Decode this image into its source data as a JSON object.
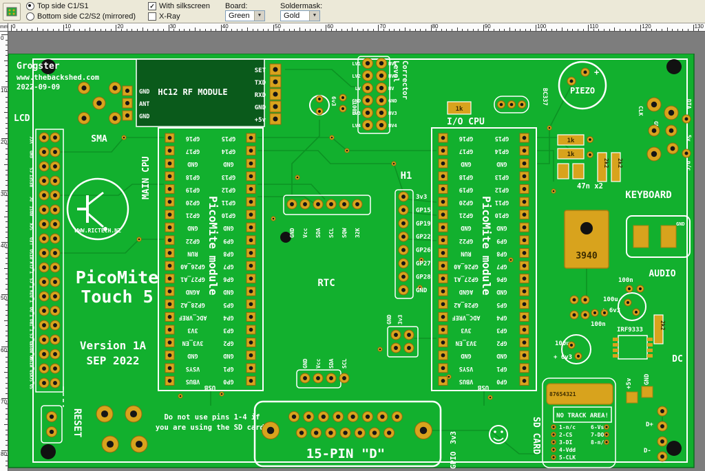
{
  "toolbar": {
    "radio_top": "Top side C1/S1",
    "radio_bottom": "Bottom side C2/S2 (mirrored)",
    "chk_silkscreen": "With silkscreen",
    "chk_xray": "X-Ray",
    "board_label": "Board:",
    "board_value": "Green",
    "soldermask_label": "Soldermask:",
    "soldermask_value": "Gold",
    "check_glyph": "✓",
    "arrow_glyph": "▼"
  },
  "rulers": {
    "unit": "mm",
    "h_numbers": [
      "0",
      "10",
      "20",
      "30",
      "40",
      "50",
      "60",
      "70",
      "80",
      "90",
      "100",
      "110",
      "120",
      "130"
    ],
    "v_numbers": [
      "0",
      "10",
      "20",
      "30",
      "40",
      "50",
      "60",
      "70",
      "80"
    ]
  },
  "board": {
    "credit_name": "Grogster",
    "credit_site": "www.thebackshed.com",
    "credit_date": "2022-09-09",
    "lcd_label": "LCD",
    "lcd_pins": [
      "VCC",
      "GND",
      "CS",
      "RESET",
      "DC",
      "MOSI",
      "SCK",
      "LED",
      "MISO",
      "T_CLK",
      "T_CS",
      "T_DIN",
      "T_DO",
      "T_IRQ",
      "SD_CS",
      "SD_MOSI",
      "SD_MISO",
      "SD_SCK"
    ],
    "sma_label": "SMA",
    "hc12_label": "HC12 RF MODULE",
    "hc12_right": [
      "SET",
      "TXD",
      "RXD",
      "GND",
      "+5v"
    ],
    "hc12_left": [
      "GND",
      "ANT",
      "GND"
    ],
    "level_label1": "Level",
    "level_label2": "Corrector",
    "level_left": [
      "LV1",
      "LV2",
      "LV",
      "GND",
      "LV3",
      "LV4"
    ],
    "level_right": [
      "HV1",
      "HV2",
      "HV",
      "GND",
      "HV3",
      "HV4"
    ],
    "r_1k": "1k",
    "r_2k2": "2k2",
    "c_100n": "100n",
    "c_100u": "100u",
    "c_6v3": "+ 6v3",
    "v_6v3": "6v3",
    "bc337": "BC337",
    "io_cpu": "I/O CPU",
    "main_cpu": "MAIN CPU",
    "piezo": "PIEZO",
    "plus": "+",
    "pico_module": "PicoMite module",
    "usb": "USB",
    "pico_left": [
      "GP16",
      "GP17",
      "GND",
      "GP18",
      "GP19",
      "GP20",
      "GP21",
      "GND",
      "GP22",
      "RUN",
      "GP26_A0",
      "GP27_A1",
      "AGND",
      "GP28_A2",
      "ADC_VREF",
      "3V3",
      "3V3_EN",
      "GND",
      "VSYS",
      "VBUS"
    ],
    "pico_right": [
      "GP15",
      "GP14",
      "GND",
      "GP13",
      "GP12",
      "GP11",
      "GP10",
      "GND",
      "GP9",
      "GP8",
      "GP7",
      "GP6",
      "GND",
      "GP5",
      "GP4",
      "GP3",
      "GP2",
      "GND",
      "GP1",
      "GP0"
    ],
    "h1_label": "H1",
    "h1_pins": [
      "3v3",
      "GP15",
      "GP19",
      "GP22",
      "GP26",
      "GP27",
      "GP28",
      "GND"
    ],
    "rtc_label": "RTC",
    "rtc_top": [
      "GND",
      "Vcc",
      "SDA",
      "SCL",
      "SQW",
      "32K"
    ],
    "rtc_bottom": [
      "GND",
      "Vcc",
      "SDA",
      "SCL"
    ],
    "pwr_gnd": "GND",
    "pwr_3v3": "3v3",
    "kb_label": "KEYBOARD",
    "kb_cap": "47n x2",
    "kb_pins": [
      "CLK",
      "GND",
      "DTA",
      "5v",
      "n/c"
    ],
    "reg": "3940",
    "audio_label": "AUDIO",
    "audio_gnd": "GND",
    "irf": "IRF9333",
    "dc_label": "DC",
    "dc_5v": "+5v",
    "dc_gnd": "GND",
    "dc_dp": "D+",
    "dc_dm": "D-",
    "reset_label": "RESET",
    "logo_text": "WWW.RICTECH.NZ",
    "title_1": "PicoMite",
    "title_2": "Touch 5",
    "version_1": "Version 1A",
    "version_2": "SEP 2022",
    "note_1": "Do not use pins 1-4 if",
    "note_2": "you are using the SD card.",
    "dsub_label": "15-PIN \"D\"",
    "gpio_1": "3v3",
    "gpio_2": "GPIO",
    "sd_label": "SD CARD",
    "sd_digits": "87654321",
    "sd_notrack": "NO TRACK AREA!",
    "sd_left": [
      "1-n/c",
      "2-CS",
      "3-DI",
      "4-Vdd",
      "5-CLK"
    ],
    "sd_right": [
      "6-Vss",
      "7-DO",
      "8-n/c"
    ]
  },
  "colors": {
    "board": "#12b02e",
    "trace": "#0c9223",
    "pad": "#d8a31d",
    "pad_edge": "#8f6a0e",
    "silkscreen": "#ffffff",
    "module_green": "#0a5a1b",
    "canvas": "#7d7d7d",
    "toolbar": "#ece9d8"
  }
}
